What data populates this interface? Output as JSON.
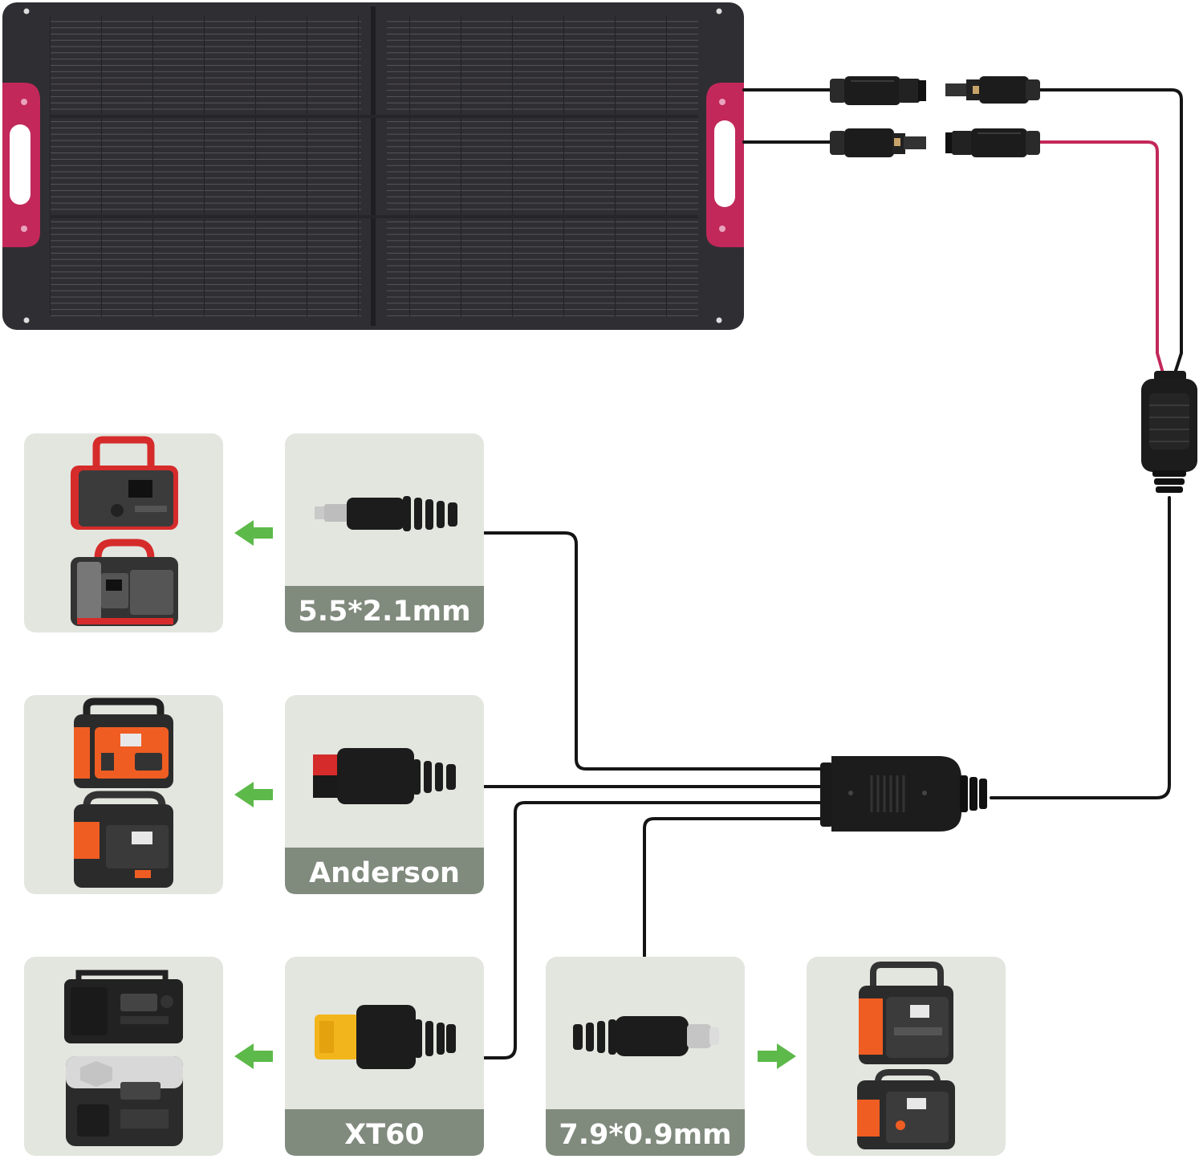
{
  "colors": {
    "panel": "#2f2e33",
    "cell_line": "#56555c",
    "accent": "#c2285a",
    "card_bg": "#e3e6df",
    "label_bg": "#808a7d",
    "cable": "#151515",
    "arrow": "#5cb94a",
    "orange": "#ef5d22",
    "red": "#d62b2b"
  },
  "connectors": [
    {
      "id": "dc5521",
      "label": "5.5*2.1mm",
      "arrow": "left"
    },
    {
      "id": "anderson",
      "label": "Anderson",
      "arrow": "left"
    },
    {
      "id": "xt60",
      "label": "XT60",
      "arrow": "left"
    },
    {
      "id": "dc7909",
      "label": "7.9*0.9mm",
      "arrow": "right"
    }
  ],
  "icons": {
    "solar_panel": "solar-panel-icon",
    "mc4_male": "mc4-male-connector-icon",
    "mc4_female": "mc4-female-connector-icon",
    "y_splitter": "y-splitter-icon",
    "hub": "splitter-hub-icon",
    "dc_plug": "dc-plug-icon",
    "anderson_plug": "anderson-plug-icon",
    "xt60_plug": "xt60-plug-icon",
    "power_station": "power-station-icon",
    "arrow": "arrow-icon"
  }
}
